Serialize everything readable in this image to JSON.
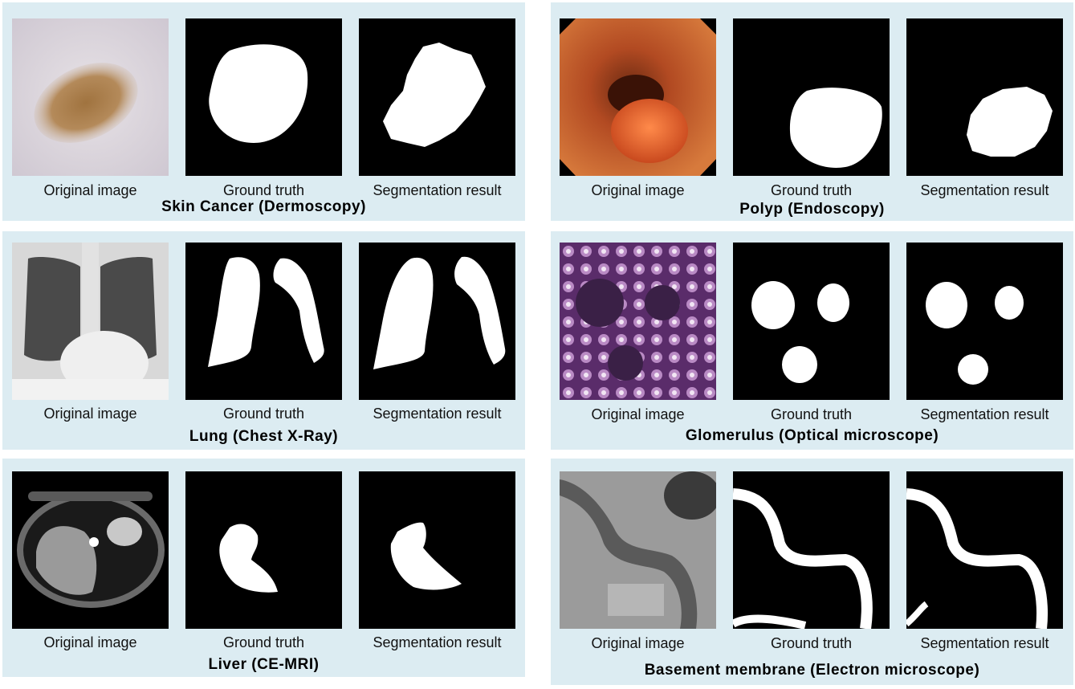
{
  "captions": {
    "original": "Original image",
    "ground_truth": "Ground truth",
    "segmentation": "Segmentation result"
  },
  "panels": [
    {
      "title": "Skin Cancer (Dermoscopy)"
    },
    {
      "title": "Polyp (Endoscopy)"
    },
    {
      "title": "Lung (Chest X-Ray)"
    },
    {
      "title": "Glomerulus (Optical microscope)"
    },
    {
      "title": "Liver (CE-MRI)"
    },
    {
      "title": "Basement membrane (Electron microscope)"
    }
  ],
  "colors": {
    "panel_background": "#dcecf2",
    "mask_background": "#000000",
    "mask_foreground": "#ffffff"
  }
}
